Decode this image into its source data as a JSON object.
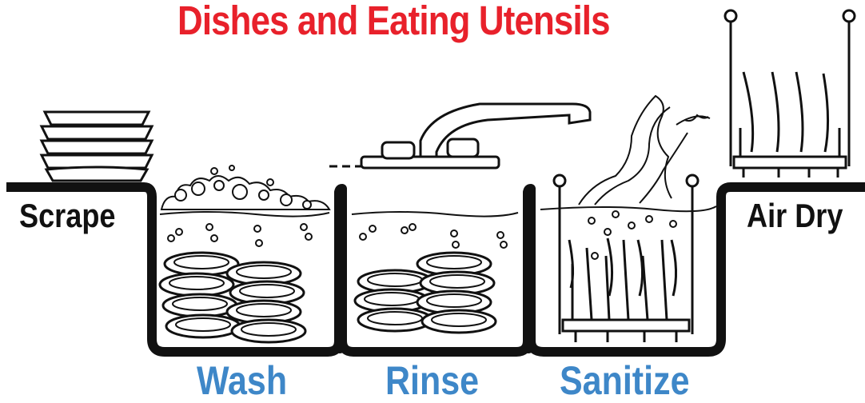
{
  "title": "Dishes and Eating Utensils",
  "labels": {
    "scrape": "Scrape",
    "wash": "Wash",
    "rinse": "Rinse",
    "sanitize": "Sanitize",
    "air_dry": "Air Dry"
  },
  "colors": {
    "title": "#e8212b",
    "step_labels": "#3e87c8",
    "side_labels": "#111111",
    "line_art": "#111111"
  },
  "icons": [
    "stacked-plates-icon",
    "soap-suds-icon",
    "faucet-icon",
    "steam-icon",
    "dish-rack-icon"
  ]
}
